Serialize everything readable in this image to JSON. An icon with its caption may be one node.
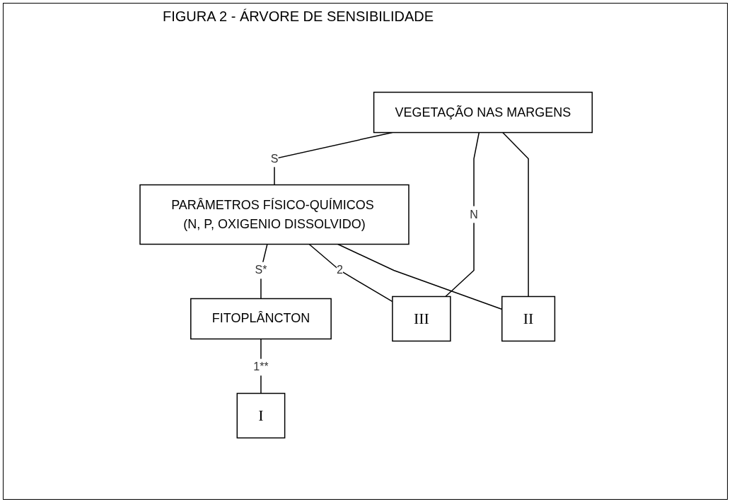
{
  "diagram": {
    "title": "FIGURA 2 - ÁRVORE DE SENSIBILIDADE",
    "nodes": [
      {
        "text": [
          "VEGETAÇÃO NAS MARGENS"
        ]
      },
      {
        "text": [
          "PARÂMETROS FÍSICO-QUÍMICOS (N, P, OXIGENIO DISSOLVIDO)"
        ]
      },
      {
        "text": [
          "FITOPLÂNCTON"
        ]
      },
      {
        "text": [
          "III"
        ]
      },
      {
        "text": [
          "II"
        ]
      },
      {
        "text": [
          "I"
        ]
      }
    ],
    "edges": [
      {
        "from": 0,
        "to": 1,
        "label": "S",
        "arrow": "none"
      },
      {
        "from": 0,
        "to": 3,
        "label": "N",
        "arrow": "none"
      },
      {
        "from": 0,
        "to": 4,
        "arrow": "none"
      },
      {
        "from": 1,
        "to": 2,
        "label": "S*",
        "arrow": "none"
      },
      {
        "from": 1,
        "to": 3,
        "label": "2",
        "arrow": "none"
      },
      {
        "from": 1,
        "to": 4,
        "arrow": "none"
      },
      {
        "from": 2,
        "to": 5,
        "label": "1**",
        "arrow": "none"
      }
    ]
  }
}
